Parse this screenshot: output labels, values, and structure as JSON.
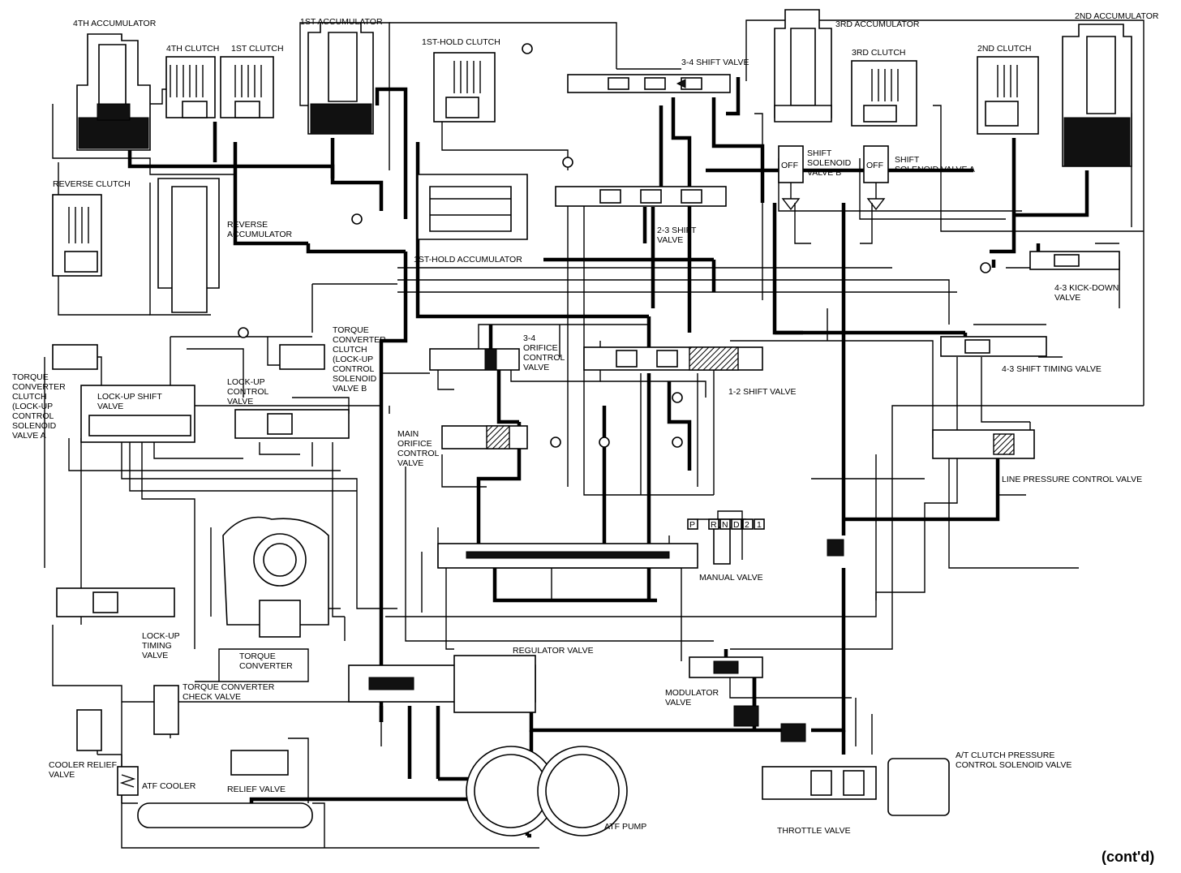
{
  "labels": {
    "acc4": "4TH ACCUMULATOR",
    "clutch4": "4TH CLUTCH",
    "clutch1": "1ST CLUTCH",
    "acc1": "1ST ACCUMULATOR",
    "hold1_clutch": "1ST-HOLD CLUTCH",
    "shift34": "3-4 SHIFT VALVE",
    "acc3": "3RD ACCUMULATOR",
    "clutch3": "3RD CLUTCH",
    "clutch2": "2ND CLUTCH",
    "acc2": "2ND ACCUMULATOR",
    "off_b": "OFF",
    "off_a": "OFF",
    "sol_b_1": "SHIFT",
    "sol_b_2": "SOLENOID",
    "sol_b_3": "VALVE B",
    "sol_a_1": "SHIFT",
    "sol_a_2": "SOLENOID VALVE A",
    "rev_clutch": "REVERSE CLUTCH",
    "rev_acc_1": "REVERSE",
    "rev_acc_2": "ACCUMULATOR",
    "shift23_1": "2-3 SHIFT",
    "shift23_2": "VALVE",
    "hold1_acc": "1ST-HOLD ACCUMULATOR",
    "kick43_1": "4-3 KICK-DOWN",
    "kick43_2": "VALVE",
    "tcc_b_1": "TORQUE",
    "tcc_b_2": "CONVERTER",
    "tcc_b_3": "CLUTCH",
    "tcc_b_4": "(LOCK-UP",
    "tcc_b_5": "CONTROL",
    "tcc_b_6": "SOLENOID",
    "tcc_b_7": "VALVE B",
    "orifice34_1": "3-4",
    "orifice34_2": "ORIFICE",
    "orifice34_3": "CONTROL",
    "orifice34_4": "VALVE",
    "timing43": "4-3 SHIFT TIMING VALVE",
    "tcc_a_1": "TORQUE",
    "tcc_a_2": "CONVERTER",
    "tcc_a_3": "CLUTCH",
    "tcc_a_4": "(LOCK-UP",
    "tcc_a_5": "CONTROL",
    "tcc_a_6": "SOLENOID",
    "tcc_a_7": "VALVE A",
    "lockup_shift_1": "LOCK-UP SHIFT",
    "lockup_shift_2": "VALVE",
    "lockup_ctrl_1": "LOCK-UP",
    "lockup_ctrl_2": "CONTROL",
    "lockup_ctrl_3": "VALVE",
    "shift12": "1-2 SHIFT VALVE",
    "main_orifice_1": "MAIN",
    "main_orifice_2": "ORIFICE",
    "main_orifice_3": "CONTROL",
    "main_orifice_4": "VALVE",
    "line_pressure": "LINE PRESSURE CONTROL VALVE",
    "manual_valve": "MANUAL VALVE",
    "gear_positions": [
      "P",
      "R",
      "N",
      "D",
      "2",
      "1"
    ],
    "lockup_timing_1": "LOCK-UP",
    "lockup_timing_2": "TIMING",
    "lockup_timing_3": "VALVE",
    "torque_conv_1": "TORQUE",
    "torque_conv_2": "CONVERTER",
    "tc_check": "TORQUE CONVERTER",
    "tc_check_2": "CHECK VALVE",
    "regulator": "REGULATOR VALVE",
    "modulator_1": "MODULATOR",
    "modulator_2": "VALVE",
    "cooler_relief_1": "COOLER RELIEF",
    "cooler_relief_2": "VALVE",
    "atf_cooler": "ATF COOLER",
    "relief_valve": "RELIEF VALVE",
    "atf_pump": "ATF PUMP",
    "at_clutch_1": "A/T CLUTCH PRESSURE",
    "at_clutch_2": "CONTROL SOLENOID VALVE",
    "throttle": "THROTTLE  VALVE",
    "contd": "(cont'd)"
  }
}
